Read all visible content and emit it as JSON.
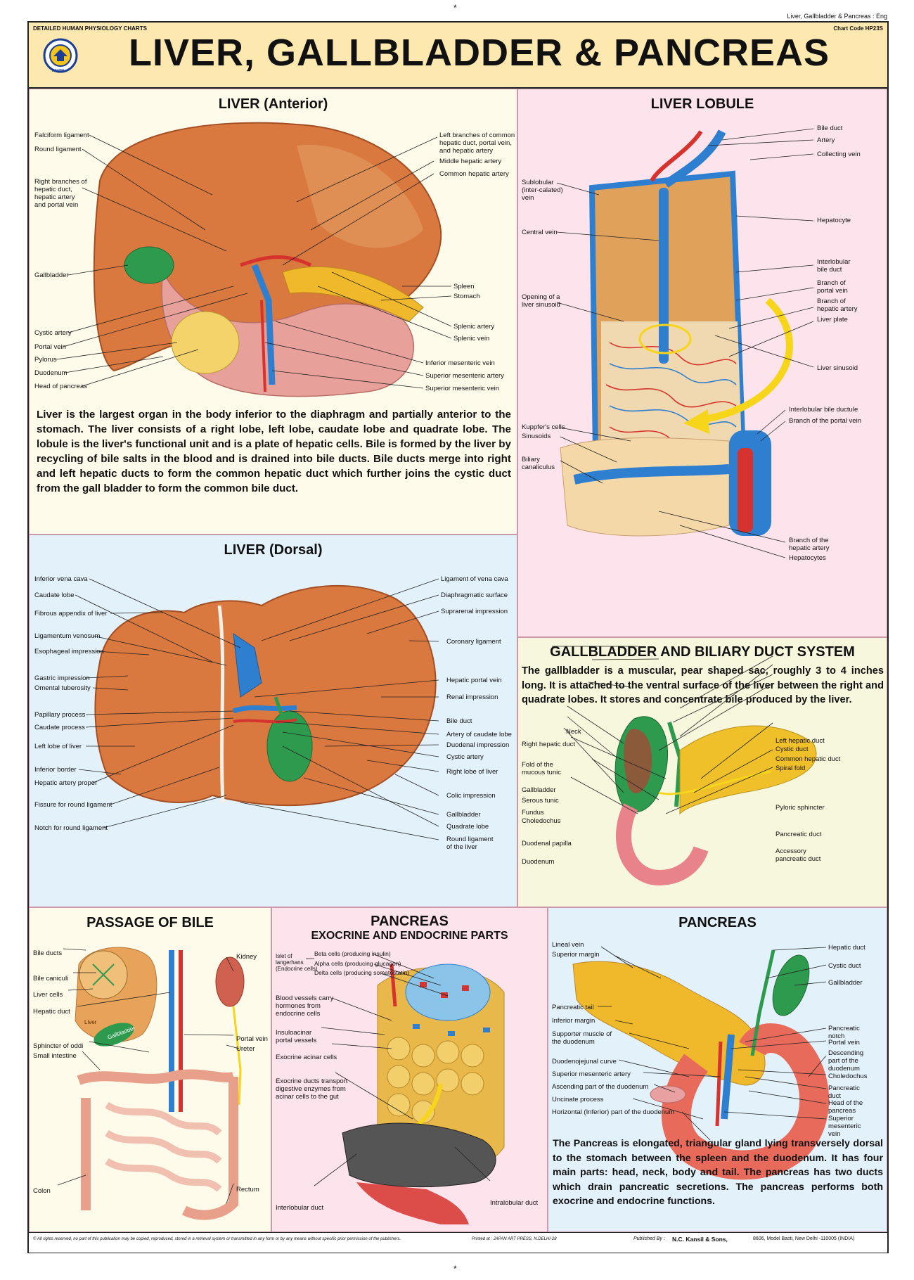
{
  "top_marks": {
    "top": "*",
    "bottom": "*"
  },
  "header": {
    "corner_caption": "Liver, Gallbladder & Pancreas : Eng",
    "series": "DETAILED HUMAN PHYSIOLOGY CHARTS",
    "title": "LIVER, GALLBLADDER & PANCREAS",
    "chart_code": "Chart Code HP23S",
    "logo_text": "KANSIL"
  },
  "liver_anterior": {
    "title": "LIVER (Anterior)",
    "labels_left": [
      "Falciform ligament",
      "Round ligament",
      "Right branches of\nhepatic duct,\nhepatic artery\nand portal vein",
      "Gallbladder",
      "Cystic artery",
      "Portal vein",
      "Pylorus",
      "Duodenum",
      "Head of pancreas"
    ],
    "labels_right": [
      "Left branches of common\nhepatic duct, portal vein,\nand hepatic artery",
      "Middle hepatic artery",
      "Common hepatic artery",
      "Spleen",
      "Stomach",
      "Splenic artery",
      "Splenic vein",
      "Inferior mesenteric vein",
      "Superior mesenteric artery",
      "Superior mesenteric vein"
    ],
    "description": "Liver is the largest organ in the body inferior to the diaphragm and partially anterior to the stomach. The liver consists of a right lobe, left lobe, caudate lobe and quadrate lobe. The lobule is the liver's functional unit and is a plate of hepatic cells. Bile is formed by the liver by recycling of bile salts in the blood and is drained into bile ducts. Bile ducts merge into right and left hepatic ducts to form the common hepatic duct which further joins the cystic duct from the gall bladder to form the common bile duct."
  },
  "liver_lobule": {
    "title": "LIVER LOBULE",
    "labels_left": [
      "Sublobular\n(inter-calated)\nvein",
      "Central vein",
      "Opening of a\nliver sinusoid",
      "Kuppfer's cells",
      "Sinusoids",
      "Biliary\ncanaliculus"
    ],
    "labels_right": [
      "Bile duct",
      "Artery",
      "Collecting vein",
      "Hepatocyte",
      "Interlobular\nbile duct",
      "Branch of\nportal vein",
      "Branch of\nhepatic artery",
      "Liver plate",
      "Liver sinusoid",
      "Interlobular bile ductule",
      "Branch of the portal vein",
      "Branch of the\nhepatic artery",
      "Hepatocytes"
    ]
  },
  "liver_dorsal": {
    "title": "LIVER (Dorsal)",
    "labels_left": [
      "Inferior vena cava",
      "Caudate lobe",
      "Fibrous appendix of liver",
      "Ligamentum venosum",
      "Esophageal impression",
      "Gastric impression",
      "Omental tuberosity",
      "Papillary process",
      "Caudate process",
      "Left lobe of liver",
      "Inferior border",
      "Hepatic artery proper",
      "Fissure for round ligament",
      "Notch for round ligament"
    ],
    "labels_right": [
      "Ligament of vena cava",
      "Diaphragmatic surface",
      "Suprarenal impression",
      "Coronary ligament",
      "Hepatic portal vein",
      "Renal impression",
      "Bile duct",
      "Artery of caudate lobe",
      "Duodenal impression",
      "Cystic artery",
      "Right lobe of liver",
      "Colic impression",
      "Gallbladder",
      "Quadrate lobe",
      "Round ligament\nof the liver"
    ]
  },
  "gallbladder": {
    "title": "GALLBLADDER AND BILIARY DUCT SYSTEM",
    "description": "The gallbladder is a muscular, pear shaped sac, roughly 3 to 4 inches long. It is attached to the ventral surface of the liver between the right and quadrate lobes. It stores and concentrate bile produced by the liver.",
    "labels_left": [
      "Neck",
      "Right hepatic duct",
      "Fold of the\nmucous tunic",
      "Gallbladder",
      "Serous tunic",
      "Fundus",
      "Choledochus",
      "Duodenal papilla",
      "Duodenum"
    ],
    "labels_right": [
      "Left hepatic duct",
      "Cystic duct",
      "Common hepatic duct",
      "Spiral fold",
      "Pyloric sphincter",
      "Pancreatic duct",
      "Accessory\npancreatic duct"
    ]
  },
  "passage_of_bile": {
    "title": "PASSAGE OF BILE",
    "labels_left": [
      "Bile ducts",
      "Bile caniculi",
      "Liver cells",
      "Hepatic duct",
      "Sphincter of oddi",
      "Small intestine",
      "Colon"
    ],
    "labels_right": [
      "Kidney",
      "Portal vein",
      "Ureter",
      "Rectum"
    ],
    "organ_labels": [
      "Liver",
      "Gallbladder"
    ]
  },
  "pancreas_exocrine": {
    "title": "PANCREAS",
    "subtitle": "EXOCRINE AND ENDOCRINE PARTS",
    "islet_label": "Islet of\nlangerhans\n(Endocrine cells)",
    "islet_cells": [
      "Beta cells (producing insulin)",
      "Alpha cells (producing glucagon)",
      "Delta cells (producing somatostatin)"
    ],
    "labels_left": [
      "Blood vessels carry\nhormones from\nendocrine cells",
      "Insuloacinar\nportal vessels",
      "Exocrine acinar cells",
      "Exocrine ducts transport\ndigestive enzymes from\nacinar cells to the gut",
      "Interlobular duct"
    ],
    "labels_right": [
      "Intralobular duct"
    ]
  },
  "pancreas": {
    "title": "PANCREAS",
    "labels_left": [
      "Lineal vein",
      "Superior margin",
      "Pancreatic tail",
      "Inferior margin",
      "Supporter muscle of\nthe duodenum",
      "Duodenojejunal curve",
      "Superior mesenteric artery",
      "Ascending part of the duodenum",
      "Uncinate process",
      "Horizontal (Inferior) part of the duodenum"
    ],
    "labels_right": [
      "Hepatic duct",
      "Cystic duct",
      "Gallbladder",
      "Pancreatic\nnotch",
      "Portal vein",
      "Descending\npart of the\nduodenum",
      "Choledochus",
      "Pancreatic\nduct",
      "Head of the\npancreas",
      "Superior\nmesenteric\nvein"
    ],
    "description": "The Pancreas is elongated, triangular gland lying transversely dorsal to the stomach between the spleen and the duodenum. It has four main parts: head, neck, body and tail. The pancreas has two ducts which drain pancreatic secretions. The pancreas performs both exocrine and endocrine functions."
  },
  "footer": {
    "rights": "© All rights reserved, no part of this publication may be copied, reproduced, stored in a retrieval system or transmitted in any form or by any means without specific prior permission of the publishers.",
    "printed": "Printed at : JAPAN ART PRESS, N.DELHI-28",
    "published_label": "Published By :",
    "publisher": "N.C. Kansil & Sons,",
    "address": "8606, Model Basti, New Delhi -110005 (INDIA)"
  },
  "colors": {
    "header_bg": "#fde9b0",
    "anterior_bg": "#fffbea",
    "lobule_bg": "#fde4ec",
    "dorsal_bg": "#e3f1fb",
    "gallbladder_bg": "#f7f7de",
    "passage_bg": "#fffbea",
    "exocrine_bg": "#fde4ec",
    "pancreas_bg": "#e3f1fb",
    "liver": "#d9783f",
    "gallbladder": "#2e9a4e",
    "vein": "#2f7fd0",
    "artery": "#d6322e",
    "pancreas": "#f0b82b"
  }
}
